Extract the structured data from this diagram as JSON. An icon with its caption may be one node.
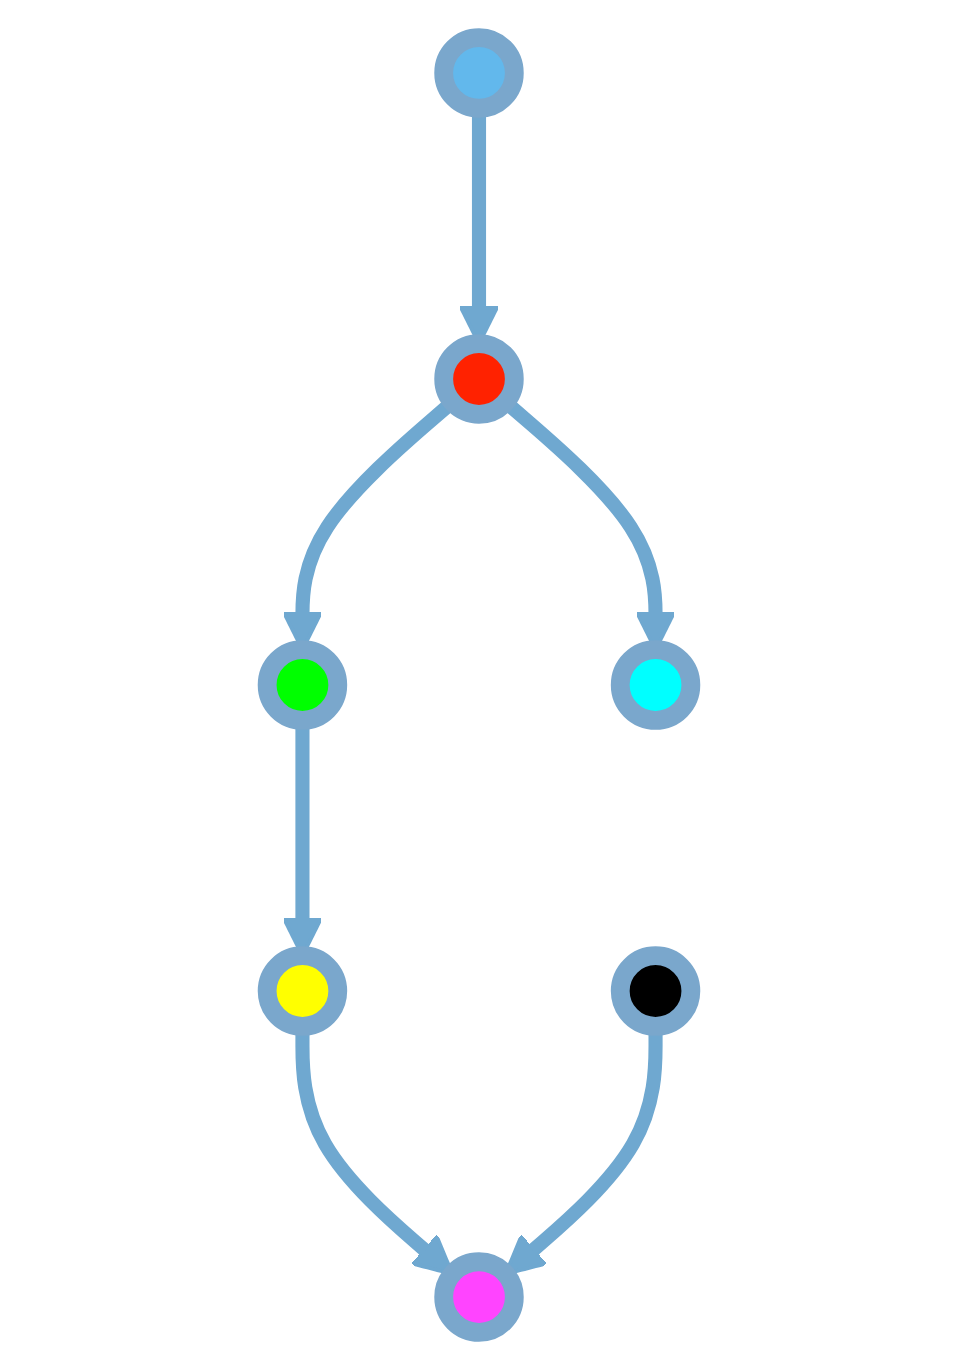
{
  "diagram": {
    "nodes": [
      {
        "text": [],
        "shape": "circle"
      },
      {
        "text": [],
        "shape": "circle"
      },
      {
        "text": [],
        "shape": "circle"
      },
      {
        "text": [],
        "shape": "circle"
      },
      {
        "text": [],
        "shape": "circle"
      },
      {
        "text": [],
        "shape": "circle"
      },
      {
        "text": [],
        "shape": "circle"
      }
    ],
    "edges": [
      {
        "from": 0,
        "to": 1,
        "arrow": "to"
      },
      {
        "from": 1,
        "to": 2,
        "arrow": "to"
      },
      {
        "from": 2,
        "to": 4,
        "arrow": "to"
      },
      {
        "from": 4,
        "to": 5,
        "arrow": "to"
      },
      {
        "from": 3,
        "to": 5,
        "arrow": "to"
      },
      {
        "from": 1,
        "to": 6,
        "arrow": "to"
      }
    ]
  }
}
